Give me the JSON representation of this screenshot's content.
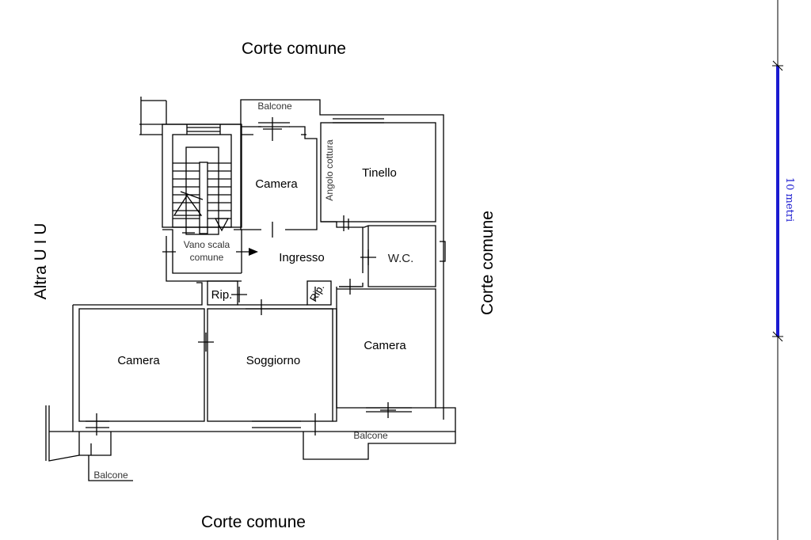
{
  "surroundings": {
    "top": "Corte comune",
    "bottom": "Corte comune",
    "right": "Corte comune",
    "left": "Altra  U I U"
  },
  "rooms": {
    "camera_top": "Camera",
    "tinello": "Tinello",
    "angolo_cottura": "Angolo cottura",
    "vano_scala_line1": "Vano scala",
    "vano_scala_line2": "comune",
    "ingresso": "Ingresso",
    "wc": "W.C.",
    "rip_left": "Rip.",
    "rip_right": "Rip.",
    "camera_right": "Camera",
    "camera_left": "Camera",
    "soggiorno": "Soggiorno",
    "balcone_top": "Balcone",
    "balcone_bottom_right": "Balcone",
    "balcone_bottom_left": "Balcone"
  },
  "scale_bar": {
    "label": "10 metri",
    "length_m": 10,
    "color": "#1a1ad0"
  }
}
